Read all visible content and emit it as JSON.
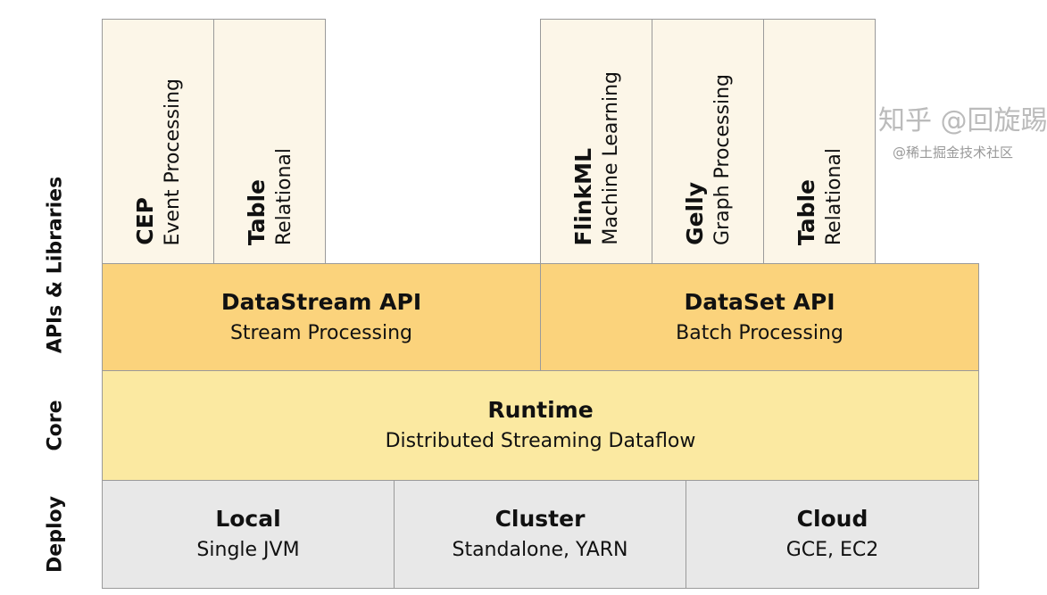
{
  "side_labels": {
    "apis": "APIs & Libraries",
    "core": "Core",
    "deploy": "Deploy"
  },
  "libraries": [
    {
      "title": "CEP",
      "subtitle": "Event Processing"
    },
    {
      "title": "Table",
      "subtitle": "Relational"
    },
    {
      "title": "FlinkML",
      "subtitle": "Machine Learning"
    },
    {
      "title": "Gelly",
      "subtitle": "Graph Processing"
    },
    {
      "title": "Table",
      "subtitle": "Relational"
    }
  ],
  "apis": [
    {
      "title": "DataStream API",
      "subtitle": "Stream Processing"
    },
    {
      "title": "DataSet API",
      "subtitle": "Batch Processing"
    }
  ],
  "core": {
    "title": "Runtime",
    "subtitle": "Distributed Streaming Dataflow"
  },
  "deploy": [
    {
      "title": "Local",
      "subtitle": "Single JVM"
    },
    {
      "title": "Cluster",
      "subtitle": "Standalone, YARN"
    },
    {
      "title": "Cloud",
      "subtitle": "GCE, EC2"
    }
  ],
  "watermark": {
    "main": "知乎 @回旋踢",
    "sub": "@稀土掘金技术社区"
  },
  "colors": {
    "library": "#fcf6e8",
    "api": "#fbd37c",
    "core": "#fbe9a1",
    "deploy": "#e8e8e8"
  }
}
